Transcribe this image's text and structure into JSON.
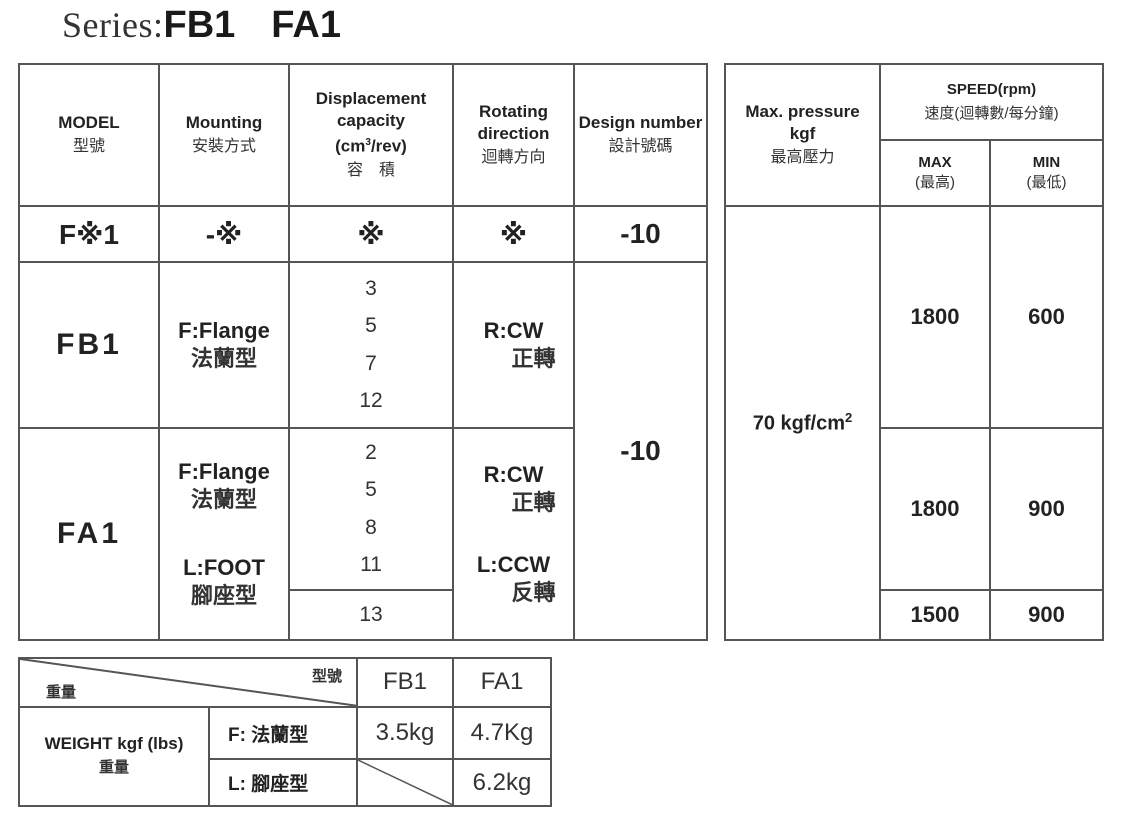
{
  "title": {
    "prefix": "Series:",
    "model_1": "FB1",
    "model_2": "FA1"
  },
  "spec_table": {
    "headers": {
      "model": {
        "en": "MODEL",
        "zh": "型號"
      },
      "mounting": {
        "en": "Mounting",
        "zh": "安裝方式"
      },
      "displacement": {
        "en": "Displacement capacity",
        "unit_pre": "(cm",
        "unit_sup": "3",
        "unit_post": "/rev)",
        "zh": "容　積"
      },
      "rotating": {
        "en": "Rotating direction",
        "zh": "迴轉方向"
      },
      "design": {
        "en": "Design number",
        "zh": "設計號碼"
      }
    },
    "code_row": {
      "model": "F※1",
      "mounting": "-※",
      "displacement": "※",
      "rotating": "※",
      "design": "-10"
    },
    "fb1": {
      "model": "FB1",
      "mounting_en": "F:Flange",
      "mounting_zh": "法蘭型",
      "displacements": [
        "3",
        "5",
        "7",
        "12"
      ],
      "rotating_en": "R:CW",
      "rotating_zh": "正轉"
    },
    "fa1": {
      "model": "FA1",
      "mounting_f_en": "F:Flange",
      "mounting_f_zh": "法蘭型",
      "mounting_l_en": "L:FOOT",
      "mounting_l_zh": "腳座型",
      "displacements": [
        "2",
        "5",
        "8",
        "11"
      ],
      "displacement_last": "13",
      "rotating_r_en": "R:CW",
      "rotating_r_zh": "正轉",
      "rotating_l_en": "L:CCW",
      "rotating_l_zh": "反轉"
    },
    "design_value": "-10"
  },
  "pressure_table": {
    "header_pressure": {
      "en_1": "Max. pressure",
      "en_2": "kgf",
      "zh": "最高壓力"
    },
    "header_speed": {
      "en": "SPEED(rpm)",
      "zh": "速度(迴轉數/每分鐘)"
    },
    "max": {
      "en": "MAX",
      "zh": "(最高)"
    },
    "min": {
      "en": "MIN",
      "zh": "(最低)"
    },
    "pressure_value": "70 kgf/cm",
    "pressure_sup": "2",
    "rows": [
      {
        "max": "1800",
        "min": "600"
      },
      {
        "max": "1800",
        "min": "900"
      },
      {
        "max": "1500",
        "min": "900"
      }
    ]
  },
  "weight_table": {
    "corner_top": "型號",
    "corner_bottom": "重量",
    "col_fb1": "FB1",
    "col_fa1": "FA1",
    "label_en": "WEIGHT kgf (lbs)",
    "label_zh": "重量",
    "f_label": "F: 法蘭型",
    "l_label": "L: 腳座型",
    "f_fb1": "3.5kg",
    "f_fa1": "4.7Kg",
    "l_fa1": "6.2kg"
  }
}
